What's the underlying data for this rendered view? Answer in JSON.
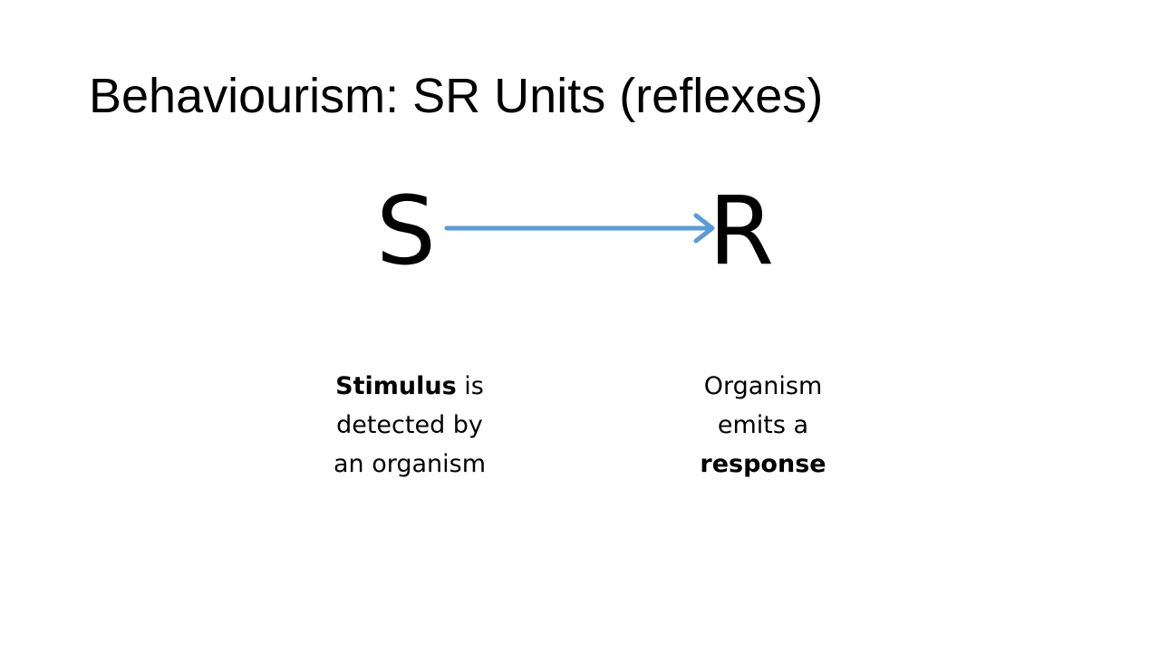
{
  "slide": {
    "title": "Behaviourism: SR Units (reflexes)"
  },
  "diagram": {
    "stimulus_letter": "S",
    "response_letter": "R",
    "arrow_color": "#5B9BD5",
    "stimulus_caption": {
      "bold": "Stimulus",
      "rest_1": " is",
      "line_2": "detected by",
      "line_3": "an organism"
    },
    "response_caption": {
      "line_1": "Organism",
      "line_2": "emits a",
      "bold": "response"
    }
  }
}
